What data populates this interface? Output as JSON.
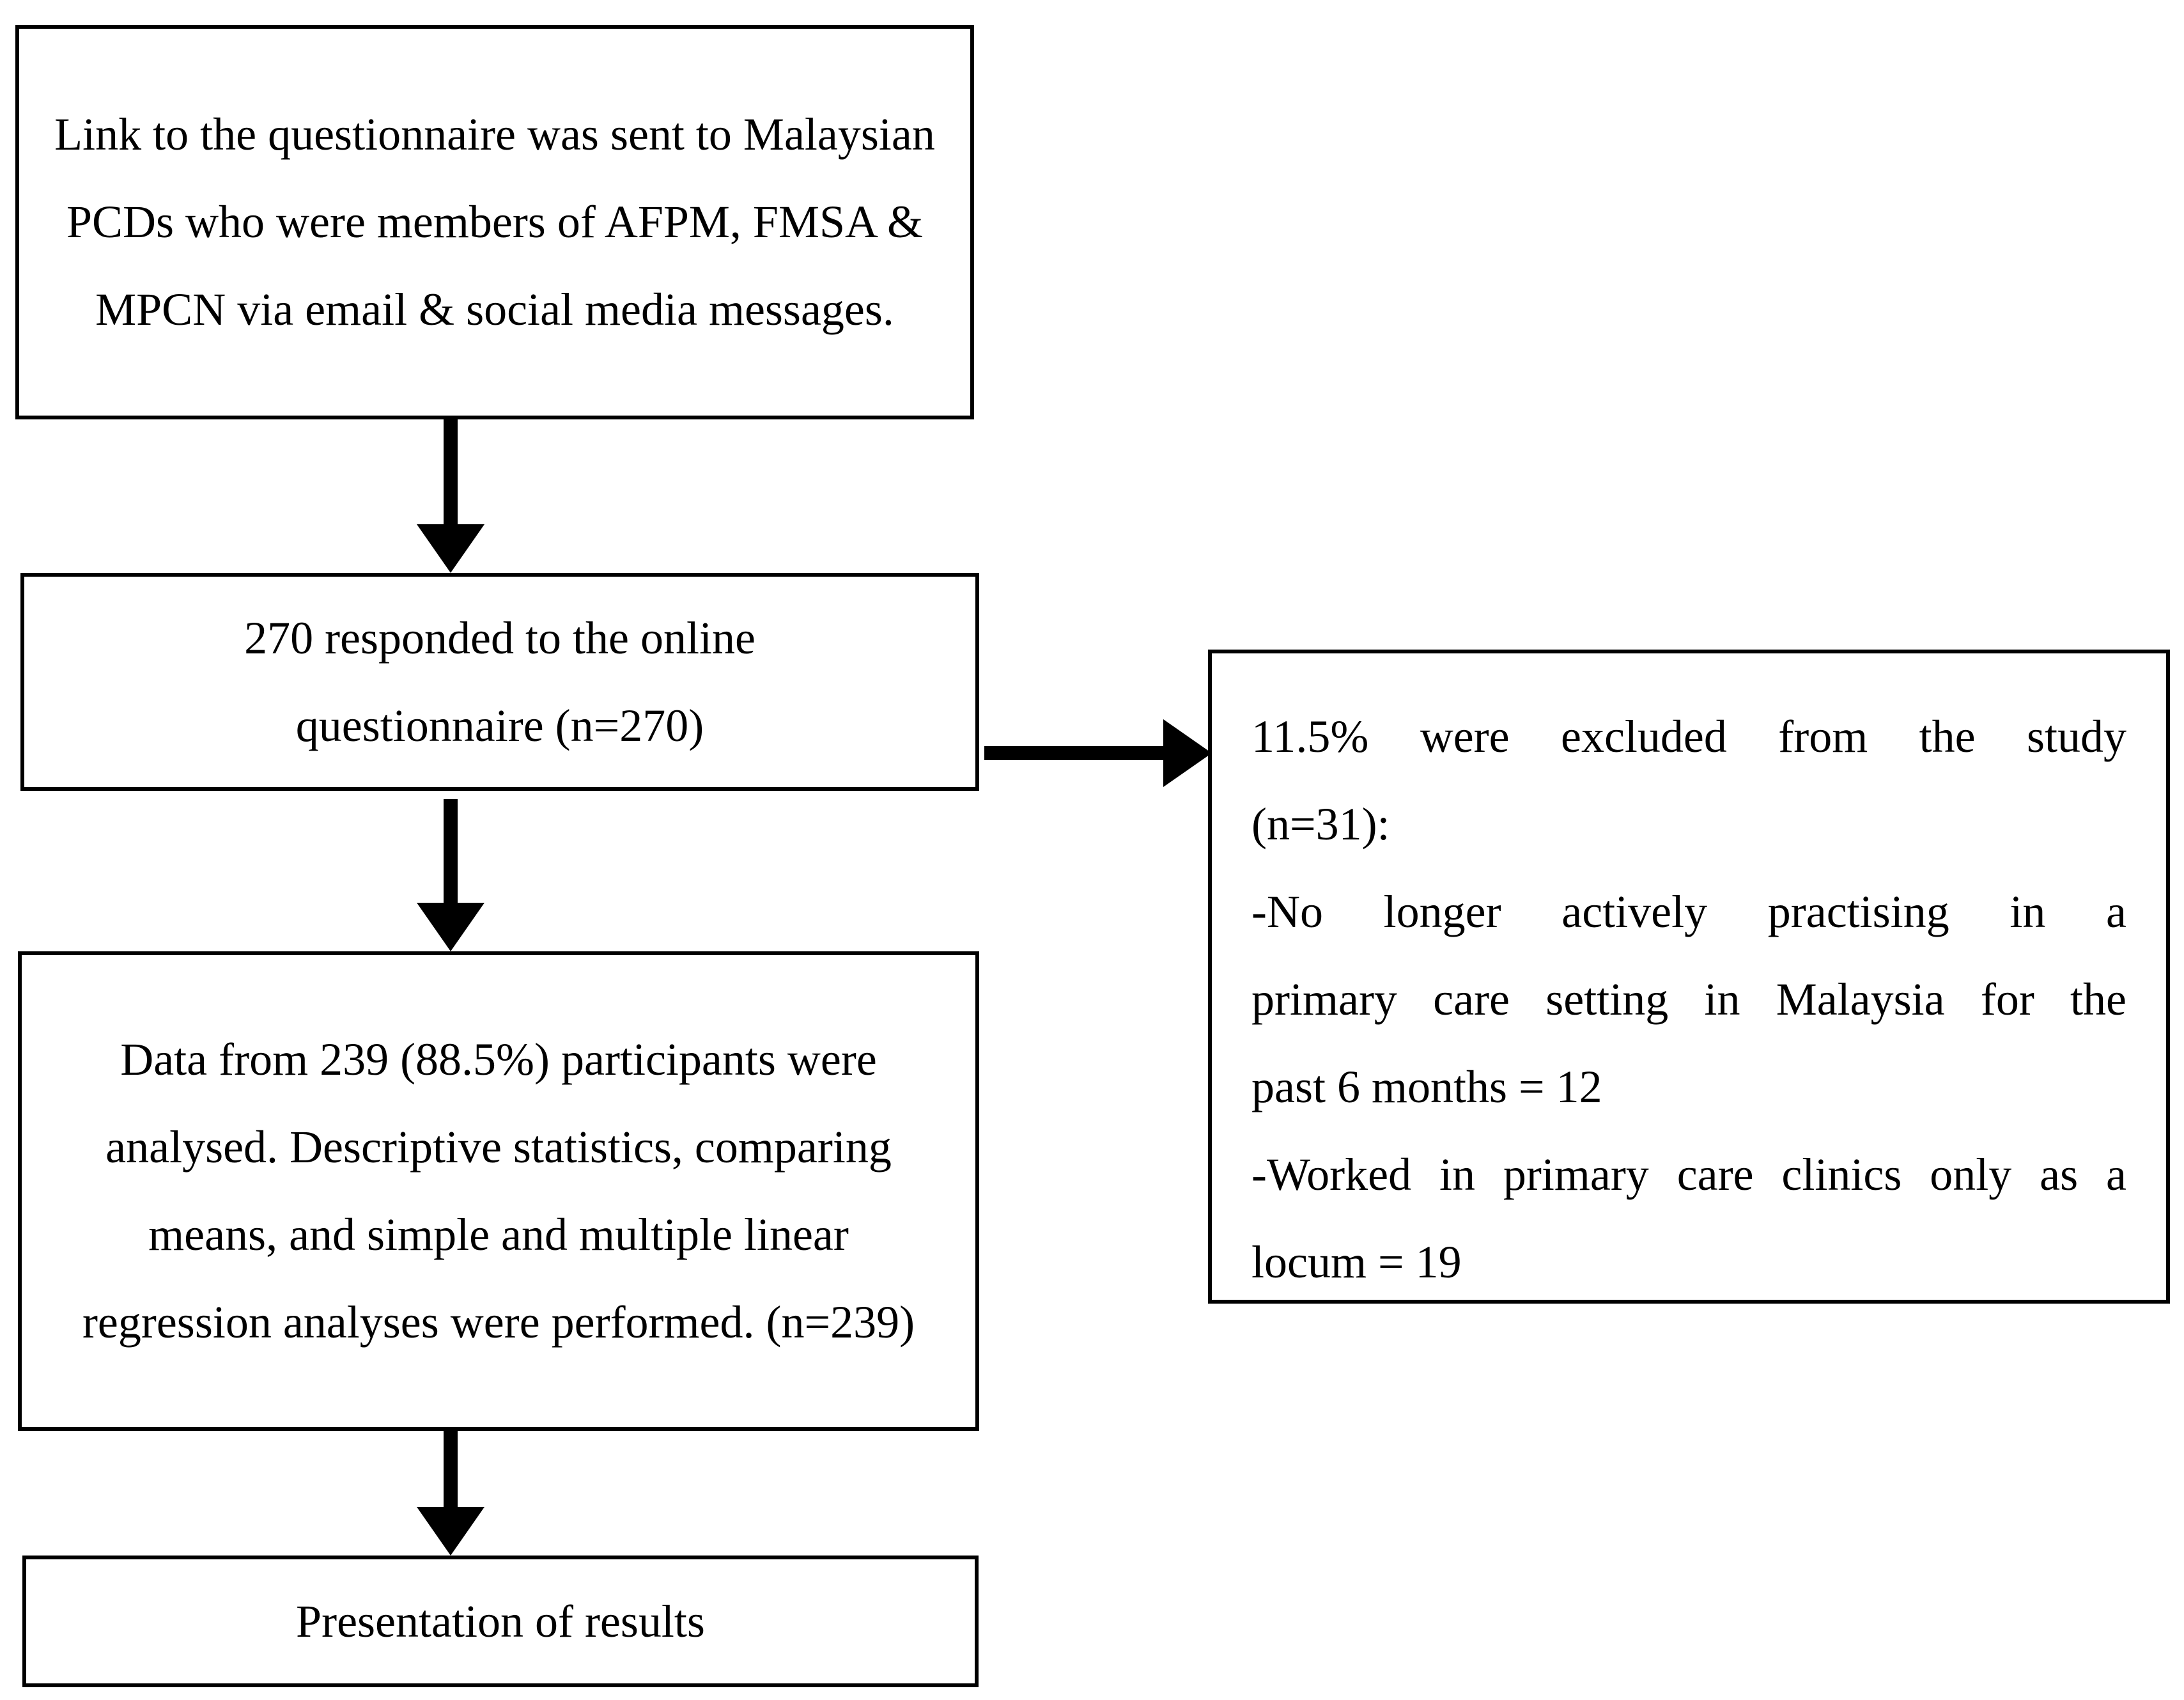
{
  "flowchart": {
    "step_1": "Link to the questionnaire was sent to Malaysian PCDs who were members of AFPM, FMSA & MPCN via email & social media messages.",
    "step_2": "270 responded to the online questionnaire (n=270)",
    "step_3": "Data from 239 (88.5%) participants were analysed. Descriptive statistics, comparing means, and simple and multiple linear regression analyses were performed. (n=239)",
    "step_4": "Presentation of results",
    "exclusion": {
      "lines": [
        "11.5% were excluded from the study",
        "(n=31):",
        "-No longer actively practising in a",
        "primary care setting in Malaysia for the",
        "past 6 months = 12",
        "-Worked in primary care clinics only as a",
        "locum = 19"
      ]
    }
  }
}
